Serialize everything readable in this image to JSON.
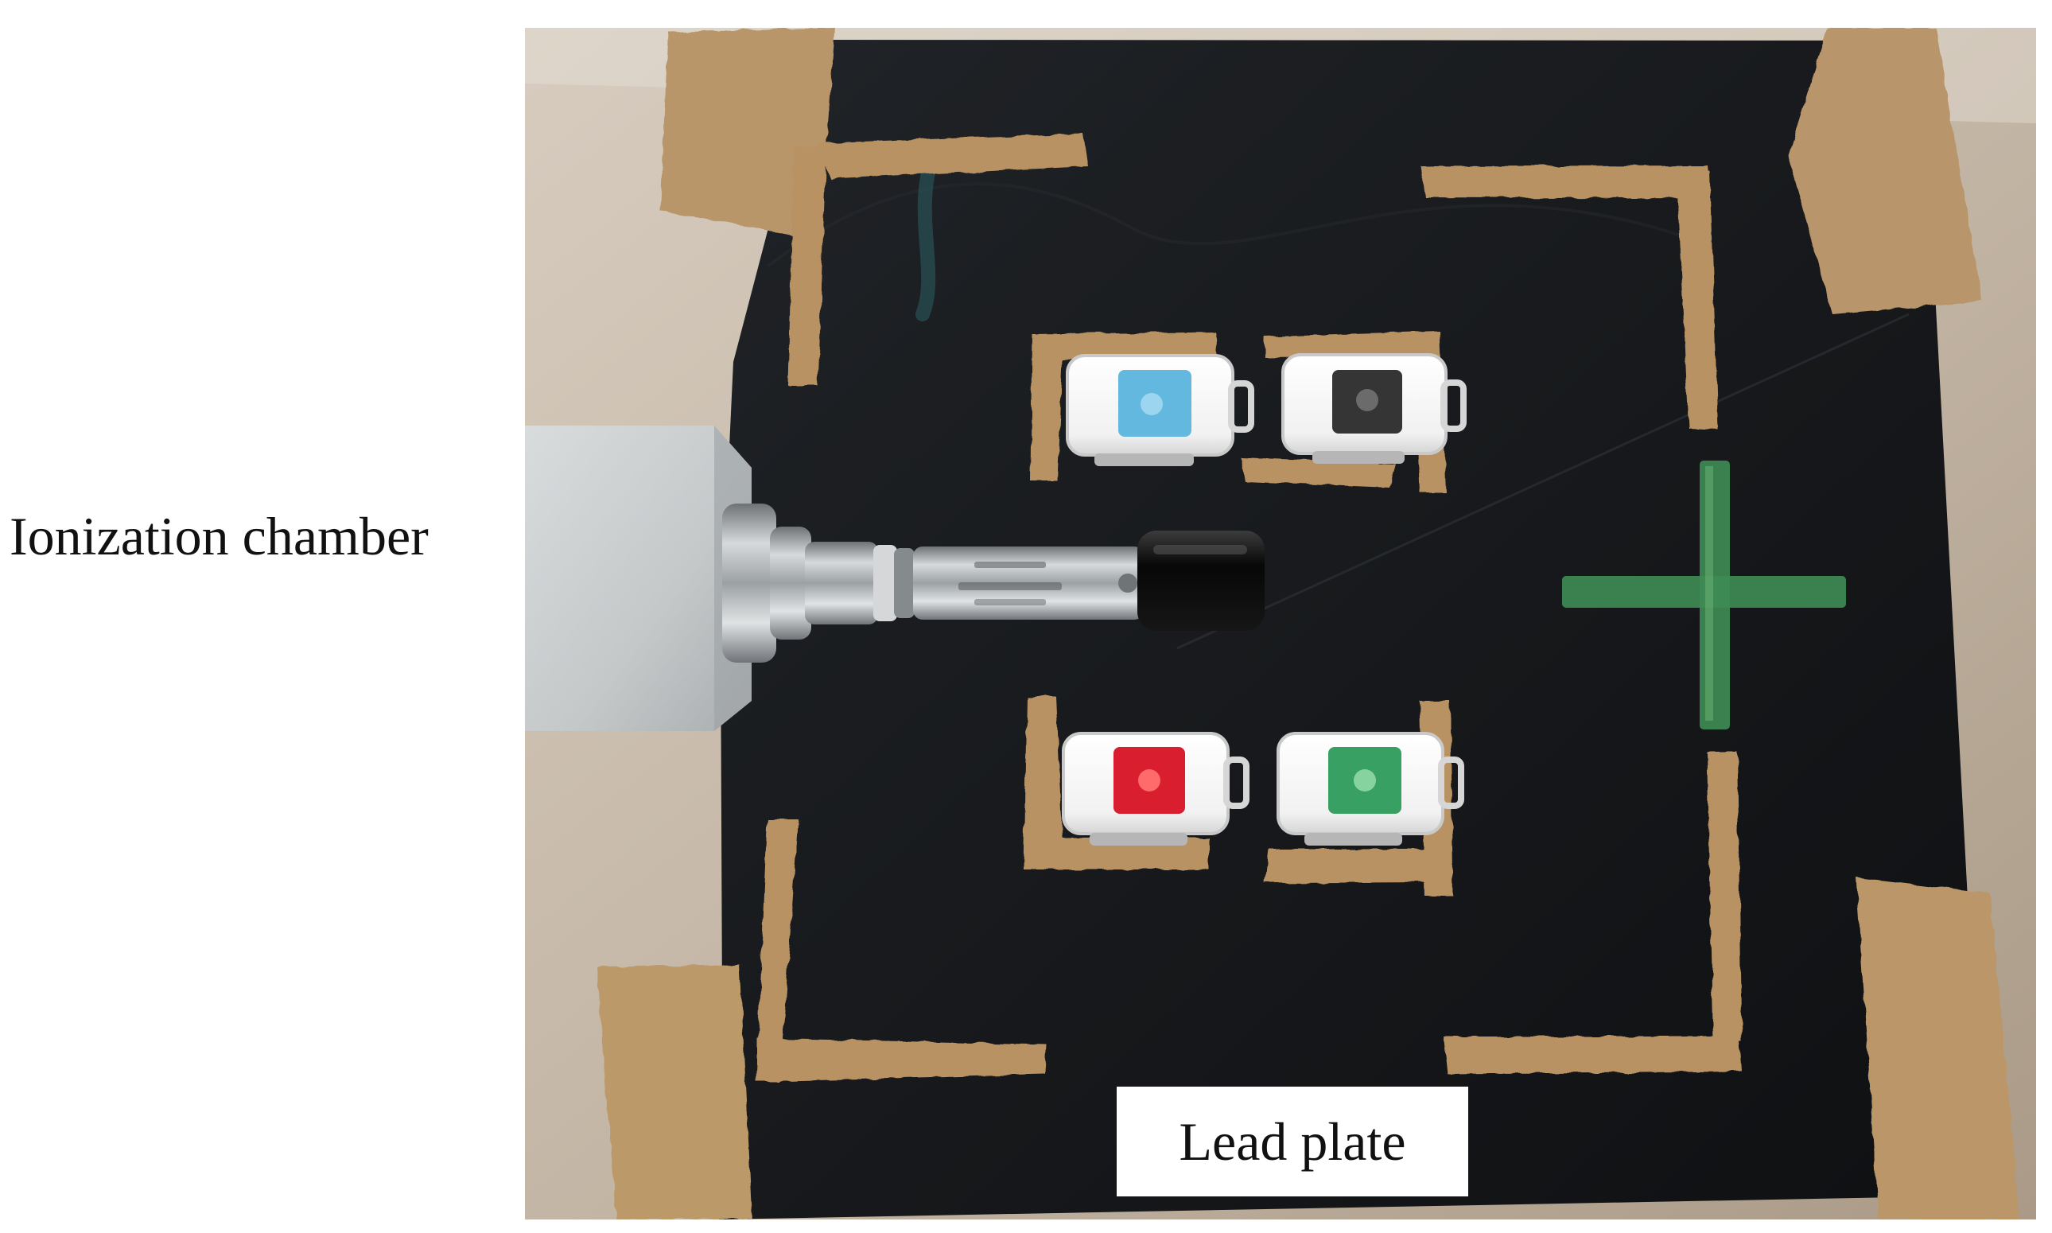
{
  "labels": {
    "ionization_chamber": "Ionization chamber",
    "lead_plate": "Lead plate"
  },
  "colors": {
    "background": "#ffffff",
    "plate": "#17191c",
    "tape": "#b89263",
    "holder_red": "#d91f2f",
    "holder_blue": "#63b8e0",
    "holder_green": "#39a064",
    "holder_black": "#353535",
    "cross_green": "#3f8b55",
    "chamber_cap": "#090909",
    "chamber_body": "#aeb2b3",
    "housing_gray": "#c7cbcc"
  },
  "image": {
    "type": "photograph",
    "objects": [
      "lead-plate",
      "ionization-chamber",
      "dosimeter-blue",
      "dosimeter-black",
      "dosimeter-red",
      "dosimeter-green",
      "green-cross-marker",
      "corner-brackets"
    ]
  }
}
